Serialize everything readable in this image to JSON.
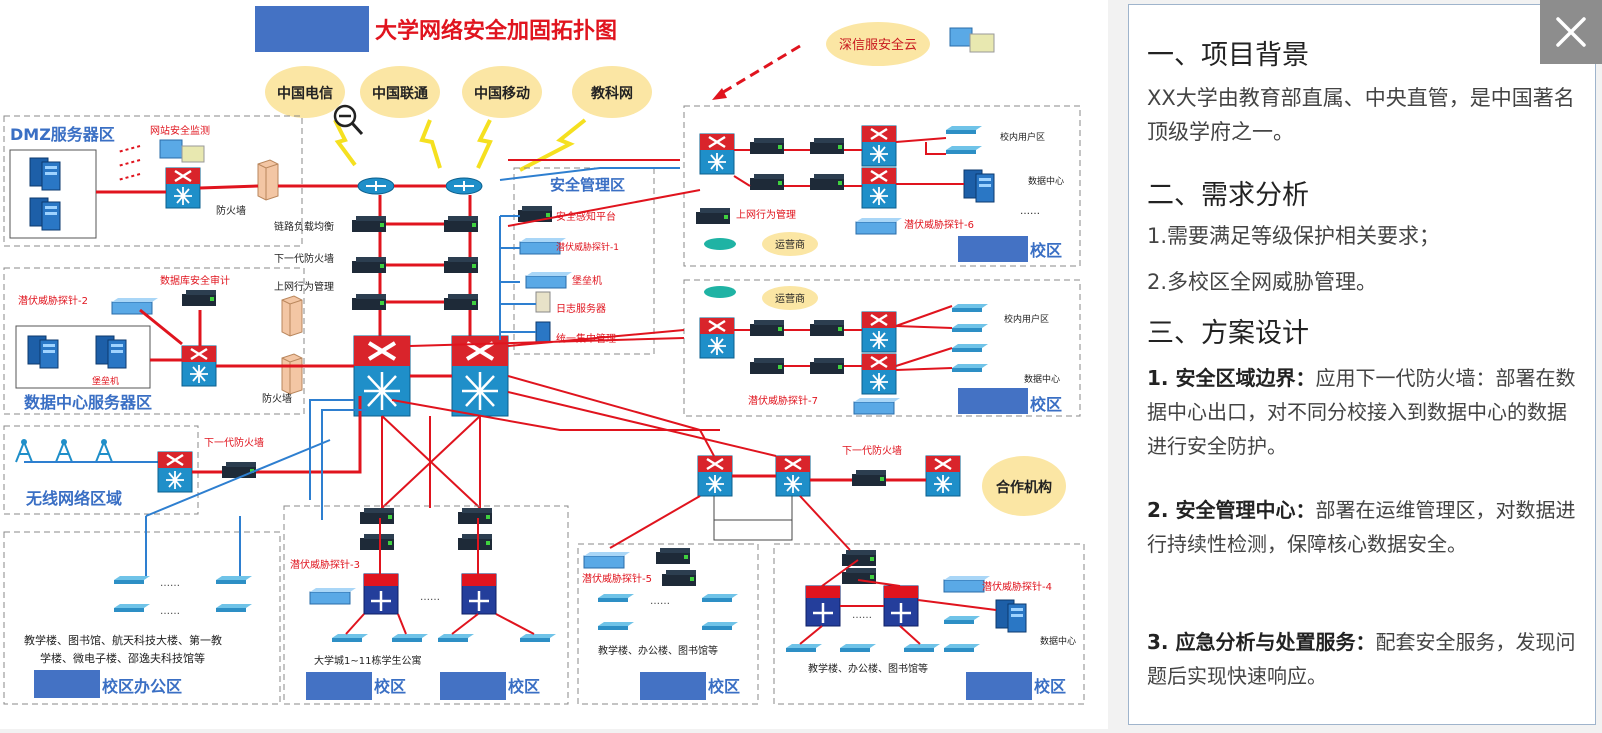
{
  "diagram": {
    "title": "大学网络安全加固拓扑图",
    "isp_clouds": [
      "中国电信",
      "中国联通",
      "中国移动",
      "教科网"
    ],
    "cloud_service": "深信服安全云",
    "partner": "合作机构",
    "zones": {
      "dmz": "DMZ服务器区",
      "datacenter": "数据中心服务器区",
      "wireless": "无线网络区域",
      "security_mgmt": "安全管理区",
      "office_campus": "校区办公区",
      "campus": "校区"
    },
    "core_labels": {
      "link_lb": "链路负载均衡",
      "ngfw": "下一代防火墙",
      "behavior_mgmt": "上网行为管理"
    },
    "dmz_labels": {
      "web_monitor": "网站安全监测",
      "firewall": "防火墙"
    },
    "dc_labels": {
      "threat_probe": "潜伏威胁探针-2",
      "db_audit": "数据库安全审计",
      "bastion": "堡垒机",
      "firewall": "防火墙"
    },
    "wireless_ngfw": "下一代防火墙",
    "mgmt_items": [
      "安全感知平台",
      "潜伏威胁探针-1",
      "堡垒机",
      "日志服务器",
      "统一集中管理"
    ],
    "campus6_labels": {
      "users": "校内用户区",
      "dc": "数据中心",
      "behavior": "上网行为管理",
      "carrier": "运营商",
      "probe": "潜伏威胁探针-6"
    },
    "campus7_labels": {
      "carrier": "运营商",
      "users": "校内用户区",
      "dc": "数据中心",
      "probe": "潜伏威胁探针-7"
    },
    "right_ngfw": "下一代防火墙",
    "bottom_labels": {
      "office_desc_1": "教学楼、图书馆、航天科技大楼、第一教",
      "office_desc_2": "学楼、微电子楼、邵逸夫科技馆等",
      "probe_3": "潜伏威胁探针-3",
      "dorm_desc": "大学城1~11栋学生公寓",
      "probe_5": "潜伏威胁探针-5",
      "bldg_desc_1": "教学楼、办公楼、图书馆等",
      "probe_4": "潜伏威胁探针-4",
      "bldg_desc_2": "教学楼、办公楼、图书馆等",
      "dc": "数据中心"
    },
    "ellipsis": "……"
  },
  "panel": {
    "s1_title": "一、项目背景",
    "s1_body": "XX大学由教育部直属、中央直管，是中国著名顶级学府之一。",
    "s2_title": "二、需求分析",
    "s2_item1": "1.需要满足等级保护相关要求；",
    "s2_item2": "2.多校区全网威胁管理。",
    "s3_title": "三、方案设计",
    "s3_p1_head": "1. 安全区域边界：",
    "s3_p1_body": "应用下一代防火墙：部署在数据中心出口，对不同分校接入到数据中心的数据进行安全防护。",
    "s3_p2_head": "2. 安全管理中心：",
    "s3_p2_body": "部署在运维管理区，对数据进行持续性检测，保障核心数据安全。",
    "s3_p3_head": "3. 应急分析与处置服务：",
    "s3_p3_body": "配套安全服务，发现问题后实现快速响应。"
  },
  "colors": {
    "red": "#e0141e",
    "blue": "#2e7fd0",
    "redact": "#4472c4",
    "zone_blue": "#3a6fc4",
    "cloud": "#fbe6a4"
  },
  "icons": {
    "close": "close-icon",
    "zoom": "zoom-out-icon"
  }
}
